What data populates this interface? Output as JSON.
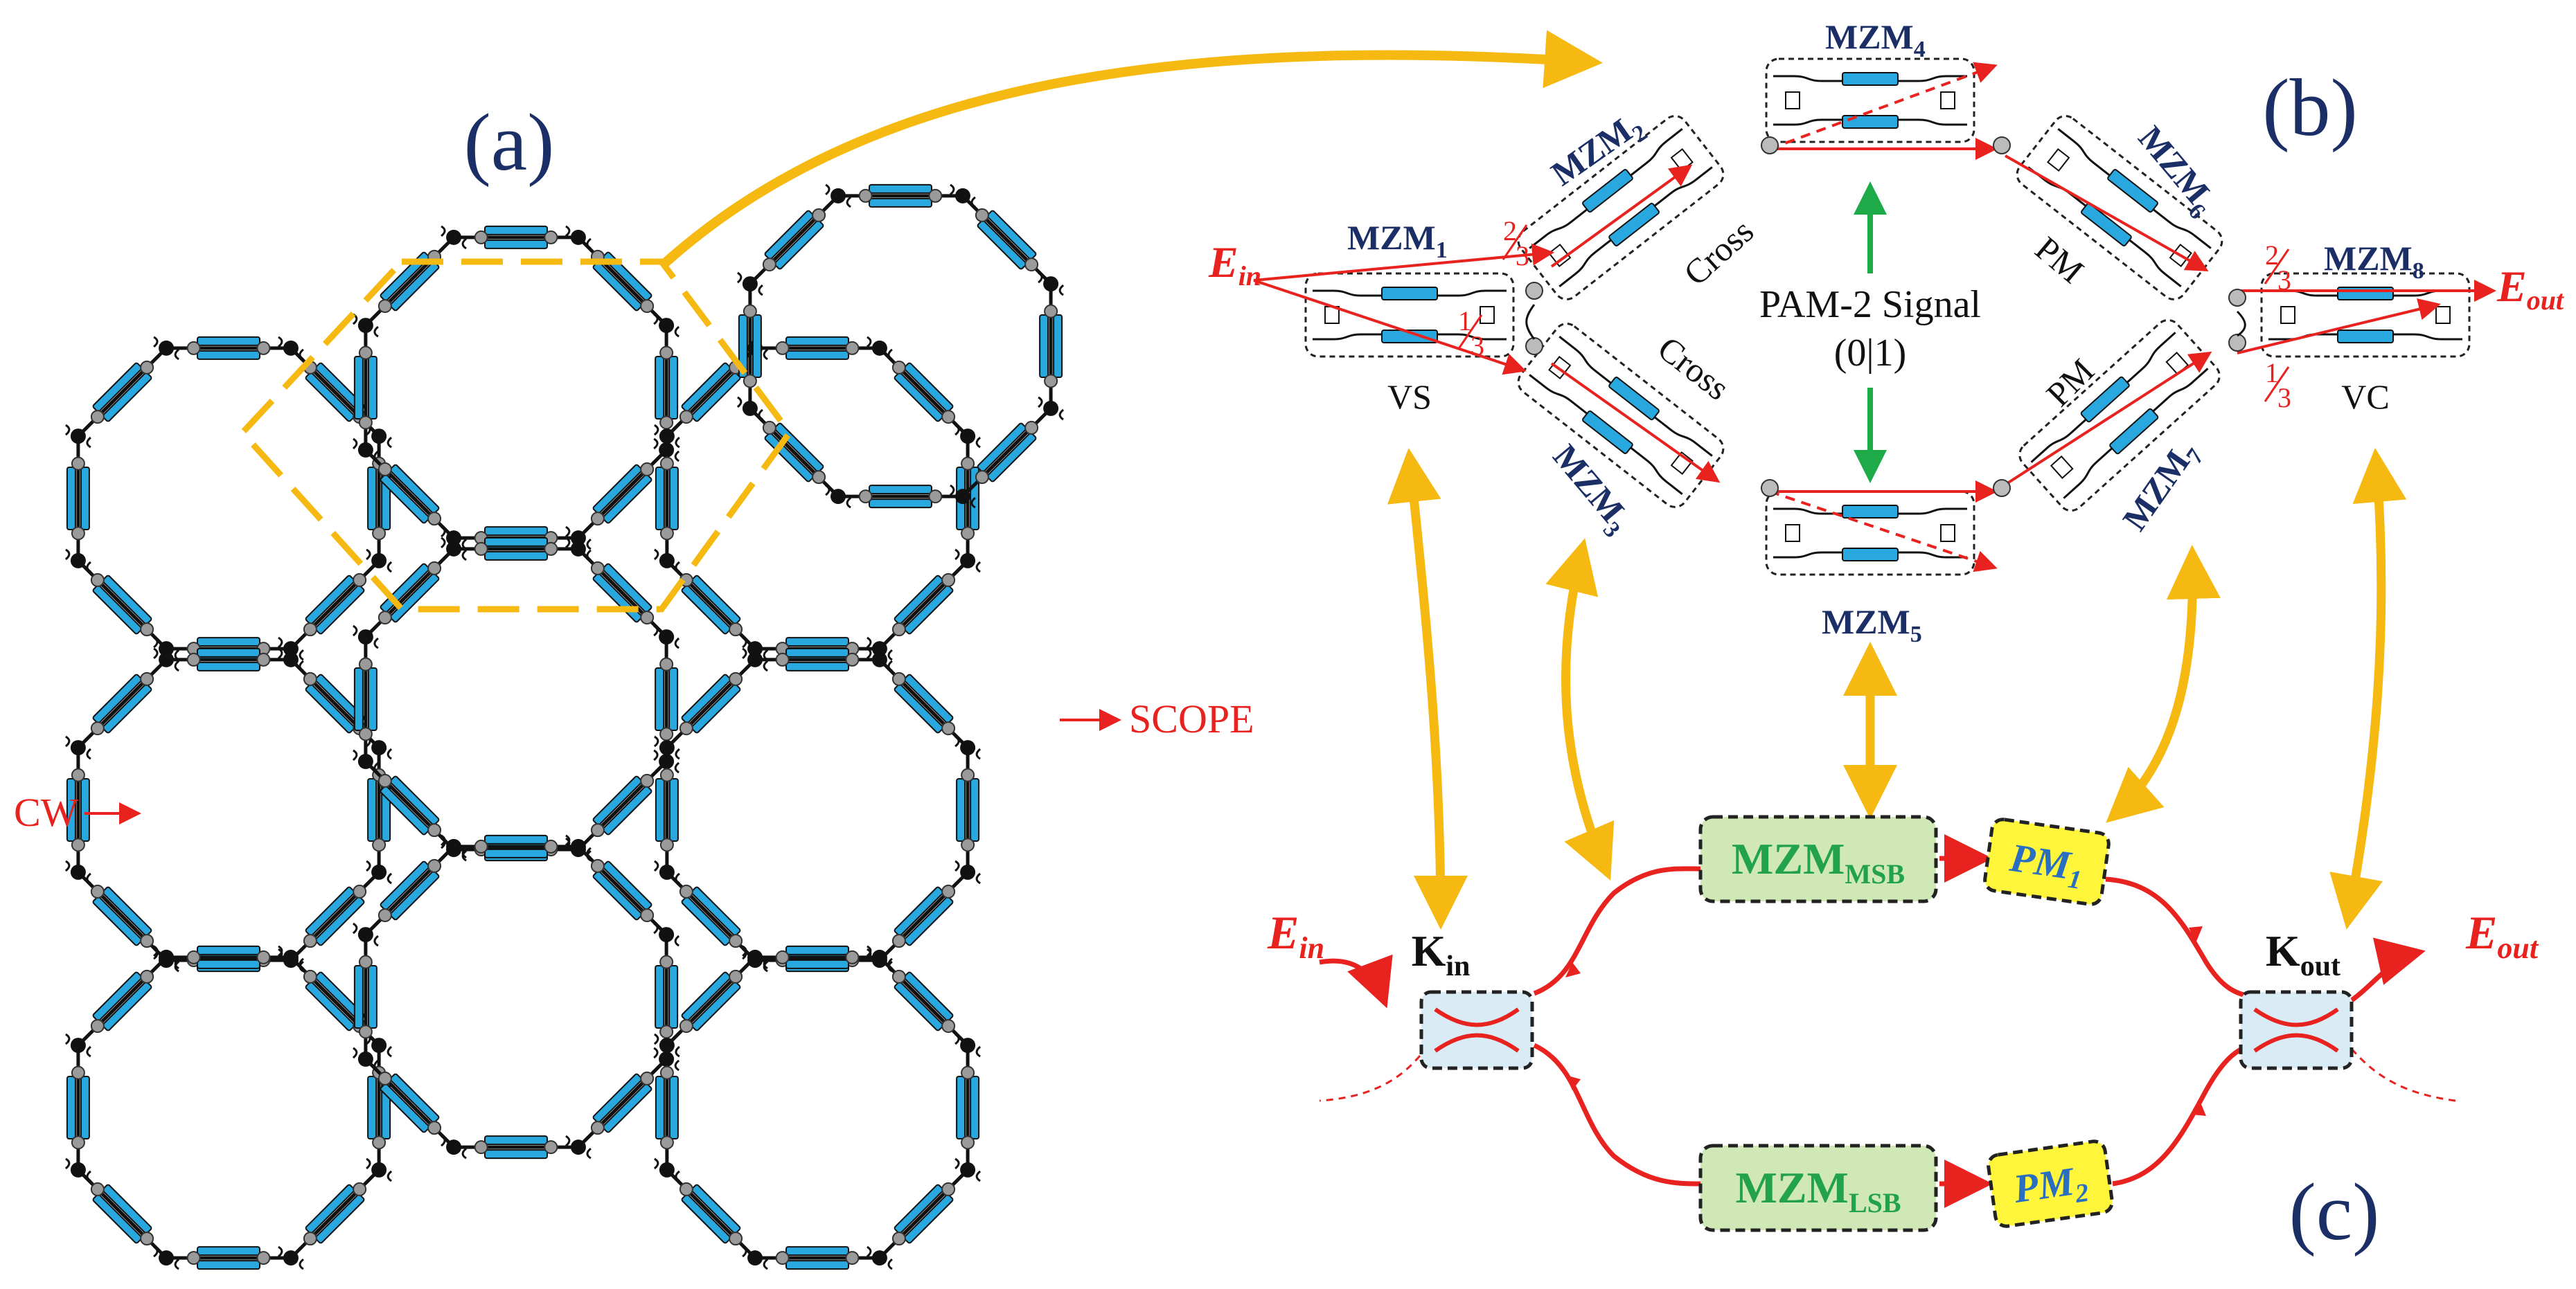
{
  "panels": {
    "a": "(a)",
    "b": "(b)",
    "c": "(c)"
  },
  "lattice": {
    "input_label": "CW",
    "output_label": "SCOPE"
  },
  "panel_b": {
    "mzm_prefix": "MZM",
    "mzm_indices": [
      "1",
      "2",
      "3",
      "4",
      "5",
      "6",
      "7",
      "8"
    ],
    "input_field": "E",
    "input_sub": "in",
    "output_field": "E",
    "output_sub": "out",
    "vs_label": "VS",
    "vc_label": "VC",
    "cross_label": "Cross",
    "pm_label": "PM",
    "signal_line1": "PAM-2 Signal",
    "signal_line2": "(0|1)",
    "ratio_top_num": "2",
    "ratio_bot_num": "1",
    "ratio_den": "3"
  },
  "panel_c": {
    "msb_main": "MZM",
    "msb_sub": "MSB",
    "lsb_main": "MZM",
    "lsb_sub": "LSB",
    "pm1_main": "PM",
    "pm1_sub": "1",
    "pm2_main": "PM",
    "pm2_sub": "2",
    "kin_main": "K",
    "kin_sub": "in",
    "kout_main": "K",
    "kout_sub": "out",
    "ein_main": "E",
    "ein_sub": "in",
    "eout_main": "E",
    "eout_sub": "out"
  },
  "colors": {
    "waveguide": "#e8231f",
    "arrow": "#f6b911",
    "signal": "#1faa4a",
    "modulator": "#29a8df",
    "label_navy": "#1b2f66",
    "mzm_box_fill": "#cfe8b5",
    "mzm_text": "#22a24a",
    "pm_box_fill": "#fff53a",
    "pm_text": "#2a6fbf",
    "coupler_fill": "#d9ebf5"
  }
}
